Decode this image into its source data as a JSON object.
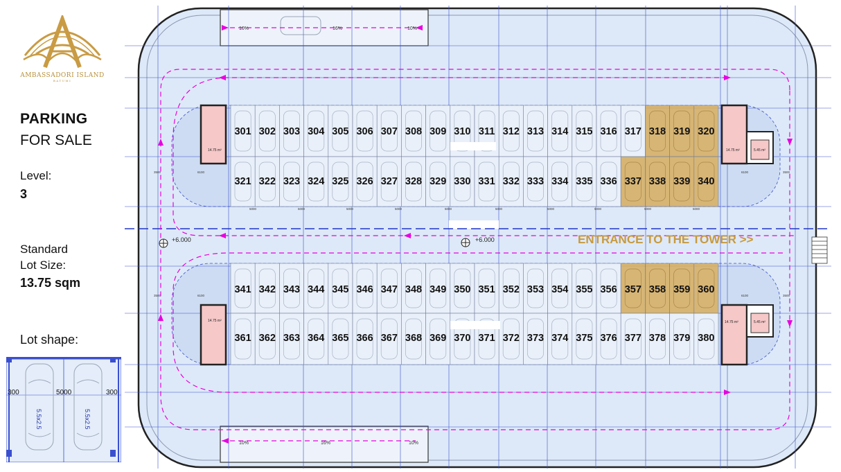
{
  "brand": {
    "name": "AMBASSADORI ISLAND",
    "location": "BATUMI",
    "color": "#b8903b"
  },
  "sidebar": {
    "title": "PARKING",
    "subtitle": "FOR SALE",
    "level_label": "Level:",
    "level_value": "3",
    "lot_size_label_line1": "Standard",
    "lot_size_label_line2": "Lot Size:",
    "lot_size_value": "13.75 sqm",
    "lot_shape_label": "Lot shape:"
  },
  "lot_shape": {
    "width_mid": "5000",
    "width_left": "300",
    "width_right": "300",
    "lot_dim_left": "5.5x2.5",
    "lot_dim_right": "5.5x2.5"
  },
  "plan": {
    "entrance_label": "ENTRANCE TO THE TOWER >>",
    "elevation_left": "+6.000",
    "elevation_center": "+6.000",
    "ramp_top": [
      "10%",
      "16%",
      "10%"
    ],
    "ramp_bottom": [
      "10%",
      "16%",
      "10%"
    ],
    "stair_area": "14.75 m²",
    "small_area": "5.45 m²",
    "dim_module": "5000",
    "dim_side": "6100",
    "dim_end": "3500",
    "colors": {
      "highlight": "#d8ae5e",
      "stair": "#f6c8c8",
      "floor": "#dde9f8",
      "route": "#e800e0",
      "grid": "#3a4fd0",
      "entrance": "#c79a3f"
    },
    "rows": [
      {
        "lots": [
          "301",
          "302",
          "303",
          "304",
          "305",
          "306",
          "307",
          "308",
          "309",
          "310",
          "311",
          "312",
          "313",
          "314",
          "315",
          "316",
          "317",
          "318",
          "319",
          "320"
        ],
        "highlight": [
          "318",
          "319",
          "320"
        ]
      },
      {
        "lots": [
          "321",
          "322",
          "323",
          "324",
          "325",
          "326",
          "327",
          "328",
          "329",
          "330",
          "331",
          "332",
          "333",
          "334",
          "335",
          "336",
          "337",
          "338",
          "339",
          "340"
        ],
        "highlight": [
          "337",
          "338",
          "339",
          "340"
        ]
      },
      {
        "lots": [
          "341",
          "342",
          "343",
          "344",
          "345",
          "346",
          "347",
          "348",
          "349",
          "350",
          "351",
          "352",
          "353",
          "354",
          "355",
          "356",
          "357",
          "358",
          "359",
          "360"
        ],
        "highlight": [
          "357",
          "358",
          "359",
          "360"
        ]
      },
      {
        "lots": [
          "361",
          "362",
          "363",
          "364",
          "365",
          "366",
          "367",
          "368",
          "369",
          "370",
          "371",
          "372",
          "373",
          "374",
          "375",
          "376",
          "377",
          "378",
          "379",
          "380"
        ],
        "highlight": []
      }
    ]
  }
}
